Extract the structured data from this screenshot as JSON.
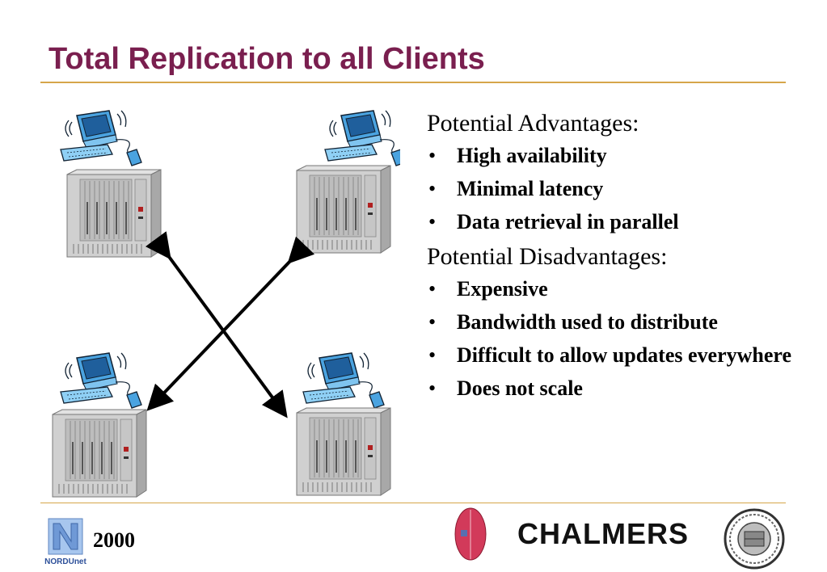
{
  "slide": {
    "title": "Total Replication to all Clients"
  },
  "advantages": {
    "heading": "Potential Advantages:",
    "items": [
      "High availability",
      "Minimal latency",
      "Data retrieval in parallel"
    ]
  },
  "disadvantages": {
    "heading": "Potential Disadvantages:",
    "items": [
      "Expensive",
      "Bandwidth used to distribute",
      "Difficult to allow updates everywhere",
      "Does not scale"
    ]
  },
  "bullet_glyph": "•",
  "footer": {
    "year": "2000",
    "nordunet_logo_text": "NORDUnet",
    "chalmers_wordmark": "CHALMERS"
  },
  "colors": {
    "title": "#7a1f4f",
    "rule": "#d6a64a",
    "computer": "#4aa3e0",
    "server": "#d0d0d0"
  }
}
